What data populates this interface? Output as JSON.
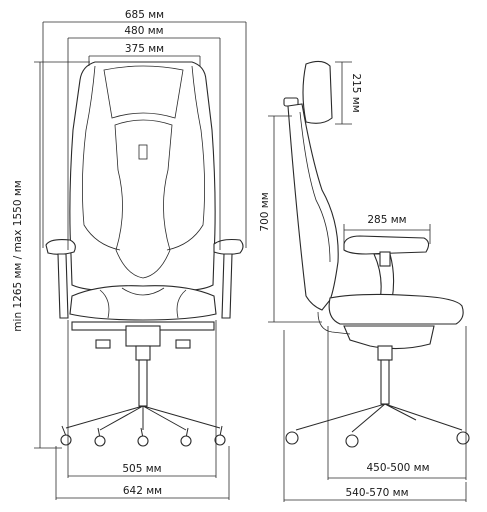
{
  "diagram": {
    "colors": {
      "ink": "#2a2a2a",
      "background": "#ffffff"
    },
    "front_view": {
      "width_overall": "685 мм",
      "width_back": "480 мм",
      "width_headrest": "375 мм",
      "height_range": "min 1265 мм / max 1550 мм",
      "base_inner": "505 мм",
      "base_outer": "642 мм"
    },
    "side_view": {
      "headrest_height": "215 мм",
      "back_height": "700 мм",
      "seat_depth": "285 мм",
      "seat_height_range": "450-500 мм",
      "base_depth_range": "540-570 мм"
    }
  }
}
